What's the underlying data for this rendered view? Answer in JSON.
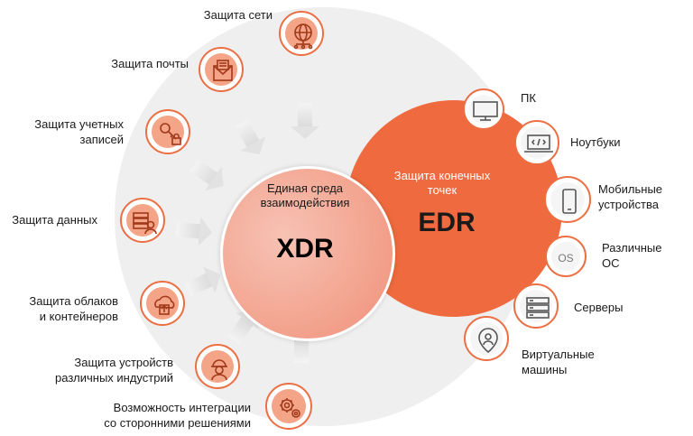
{
  "center": {
    "xdr_subtitle": "Единая среда взаимодействия",
    "xdr_title": "XDR",
    "edr_subtitle": "Защита конечных точек",
    "edr_title": "EDR"
  },
  "xdr_capabilities": [
    {
      "lines": [
        "Защита сети"
      ],
      "icon": "network-globe-icon"
    },
    {
      "lines": [
        "Защита почты"
      ],
      "icon": "mail-icon"
    },
    {
      "lines": [
        "Защита учетных",
        "записей"
      ],
      "icon": "key-lock-icon"
    },
    {
      "lines": [
        "Защита данных"
      ],
      "icon": "data-server-user-icon"
    },
    {
      "lines": [
        "Защита облаков",
        "и контейнеров"
      ],
      "icon": "cloud-upload-icon"
    },
    {
      "lines": [
        "Защита устройств",
        "различных индустрий"
      ],
      "icon": "industrial-worker-icon"
    },
    {
      "lines": [
        "Возможность интеграции",
        "со сторонними решениями"
      ],
      "icon": "gears-icon"
    }
  ],
  "edr_endpoints": [
    {
      "lines": [
        "ПК"
      ],
      "icon": "monitor-icon"
    },
    {
      "lines": [
        "Ноутбуки"
      ],
      "icon": "laptop-code-icon"
    },
    {
      "lines": [
        "Мобильные",
        "устройства"
      ],
      "icon": "smartphone-icon"
    },
    {
      "lines": [
        "Различные",
        "ОС"
      ],
      "icon": "os-icon",
      "icon_text": "OS"
    },
    {
      "lines": [
        "Серверы"
      ],
      "icon": "server-rack-icon"
    },
    {
      "lines": [
        "Виртуальные",
        "машины"
      ],
      "icon": "virtual-machine-icon"
    }
  ],
  "colors": {
    "accent": "#ec6f43",
    "edr_fill": "#ef6a3e",
    "xdr_fill": "#f3a793",
    "ring": "#efefef"
  }
}
